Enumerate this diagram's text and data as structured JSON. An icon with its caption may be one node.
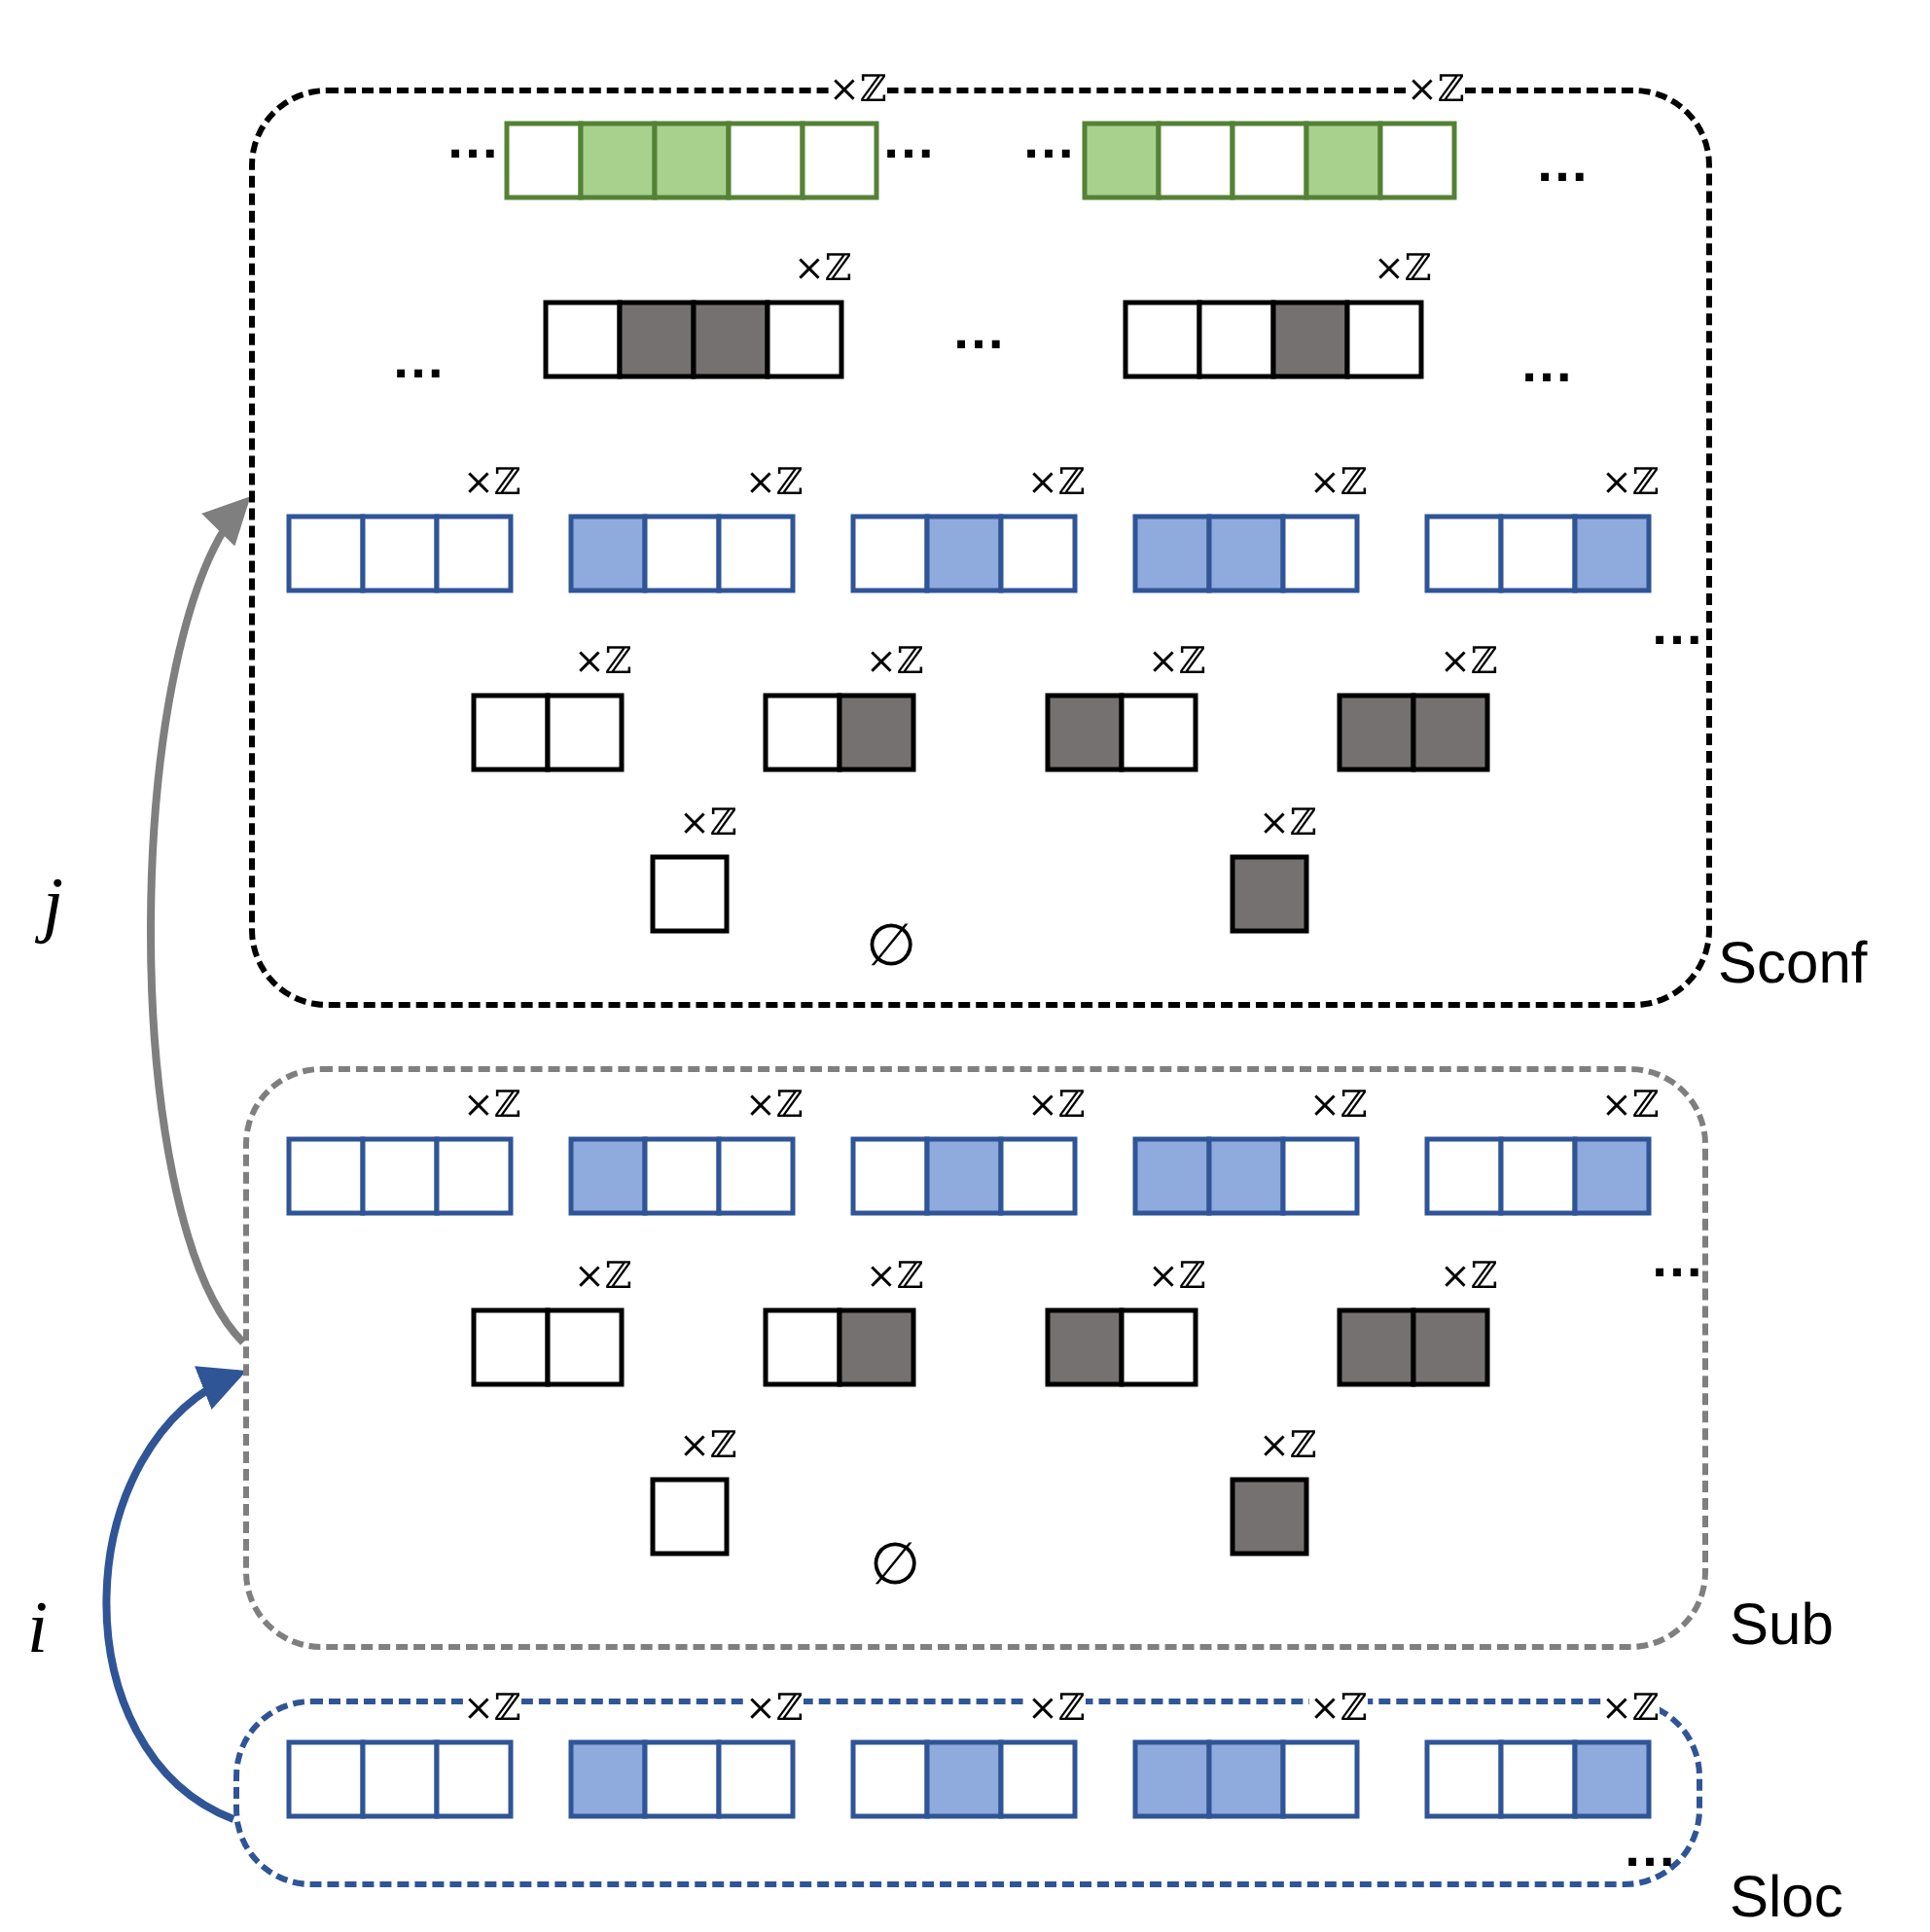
{
  "diagram": {
    "nodes": [
      {
        "text": [
          "Sconf"
        ]
      },
      {
        "text": [
          "Sub"
        ]
      },
      {
        "text": [
          "Sloc"
        ]
      }
    ],
    "edges": [
      {
        "from": 2,
        "to": 1,
        "arrow": "to",
        "label": "i",
        "color": "#2f5597"
      },
      {
        "from": 1,
        "to": 0,
        "arrow": "to",
        "label": "j",
        "color": "#7f7f7f"
      }
    ],
    "labels": [
      "…",
      "×ℤ",
      "…",
      "…",
      "×ℤ",
      "…",
      "…",
      "×ℤ",
      "…",
      "×ℤ",
      "…",
      "×ℤ",
      "×ℤ",
      "×ℤ",
      "×ℤ",
      "×ℤ",
      "…",
      "×ℤ",
      "×ℤ",
      "×ℤ",
      "×ℤ",
      "×ℤ",
      "×ℤ",
      "∅",
      "×ℤ",
      "×ℤ",
      "×ℤ",
      "×ℤ",
      "×ℤ",
      "…",
      "×ℤ",
      "×ℤ",
      "×ℤ",
      "×ℤ",
      "×ℤ",
      "×ℤ",
      "∅",
      "×ℤ",
      "×ℤ",
      "×ℤ",
      "×ℤ",
      "×ℤ",
      "…"
    ]
  }
}
